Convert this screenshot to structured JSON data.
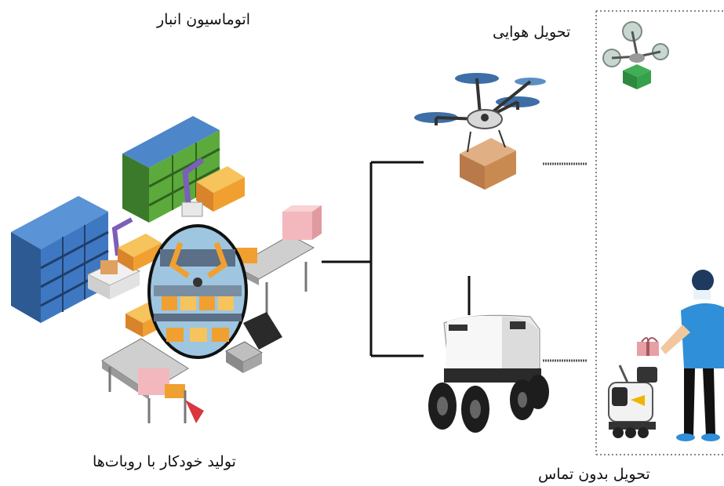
{
  "labels": {
    "warehouse_automation": "اتوماسیون انبار",
    "robot_manufacturing": "تولید خودکار با روبات‌ها",
    "aerial_delivery": "تحویل هوایی",
    "contactless_delivery": "تحویل بدون تماس"
  },
  "colors": {
    "shelf_blue": "#3f78c2",
    "shelf_green": "#5caa3b",
    "box_orange": "#f0a030",
    "box_tan": "#c98a52",
    "connector": "#111111",
    "dotted_border": "#888888",
    "drone_blue": "#3d6fa6",
    "robot_white": "#f2f2f2",
    "robot_dark": "#222222",
    "shirt_blue": "#2f8fd8"
  }
}
